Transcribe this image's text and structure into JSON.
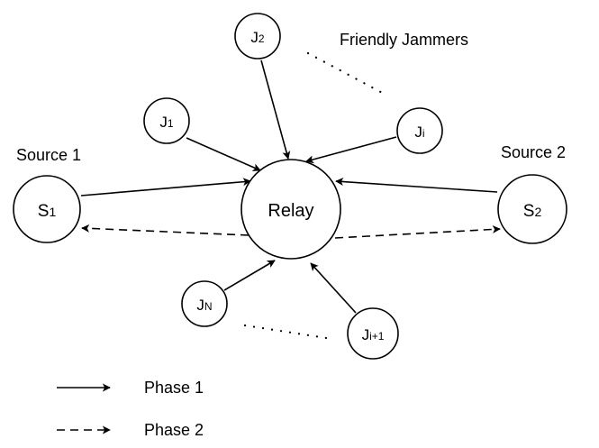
{
  "labels": {
    "source1": "Source 1",
    "source2": "Source 2",
    "friendly_jammers": "Friendly Jammers"
  },
  "nodes": {
    "relay": "Relay",
    "s1": {
      "main": "S",
      "sub": "1"
    },
    "s2": {
      "main": "S",
      "sub": "2"
    },
    "j1": {
      "main": "J",
      "sub": "1"
    },
    "j2": {
      "main": "J",
      "sub": "2"
    },
    "ji": {
      "main": "J",
      "sub": "i"
    },
    "jn": {
      "main": "J",
      "sub": "N"
    },
    "ji1": {
      "main": "J",
      "sub": "i+1"
    }
  },
  "legend": [
    {
      "style": "solid",
      "label": "Phase 1"
    },
    {
      "style": "dashed",
      "label": "Phase 2"
    }
  ]
}
